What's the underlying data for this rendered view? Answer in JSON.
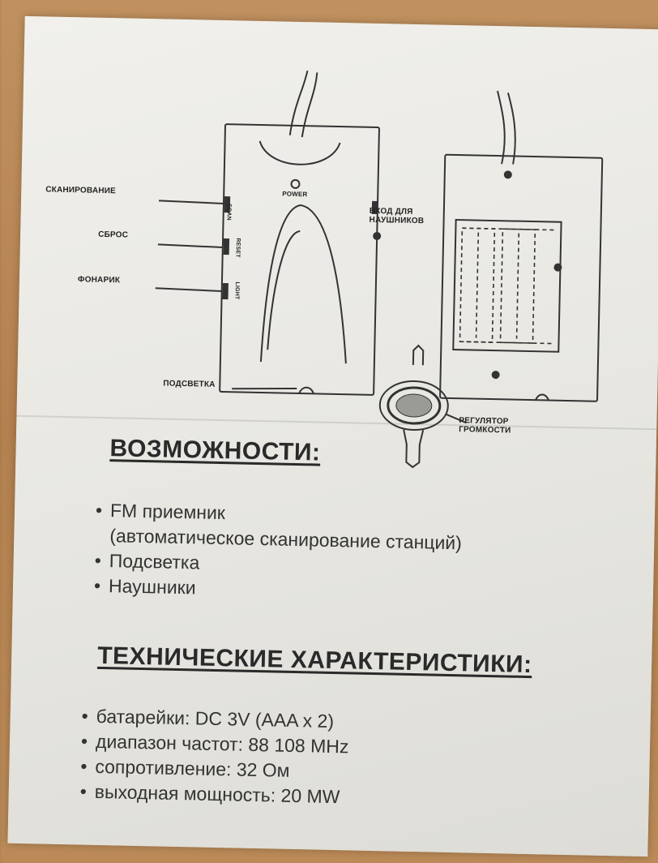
{
  "diagram_labels": {
    "scan": "СКАНИРОВАНИЕ",
    "reset": "СБРОС",
    "light": "ФОНАРИК",
    "backlight": "ПОДСВЕТКА",
    "headphones": "ВХОД ДЛЯ НАУШНИКОВ",
    "volume": "РЕГУЛЯТОР ГРОМКОСТИ",
    "power": "POWER",
    "btn_scan": "SCAN",
    "btn_reset": "RESET",
    "btn_light": "LIGHT"
  },
  "features": {
    "heading": "ВОЗМОЖНОСТИ:",
    "items": [
      {
        "text": "FM приемник",
        "cont": "(автоматическое сканирование станций)"
      },
      {
        "text": "Подсветка"
      },
      {
        "text": "Наушники"
      }
    ]
  },
  "specs": {
    "heading": "ТЕХНИЧЕСКИЕ ХАРАКТЕРИСТИКИ:",
    "items": [
      "батарейки: DC 3V (AAA x 2)",
      "диапазон частот: 88  108 MHz",
      "сопротивление: 32 Ом",
      "выходная мощность: 20 MW"
    ]
  }
}
